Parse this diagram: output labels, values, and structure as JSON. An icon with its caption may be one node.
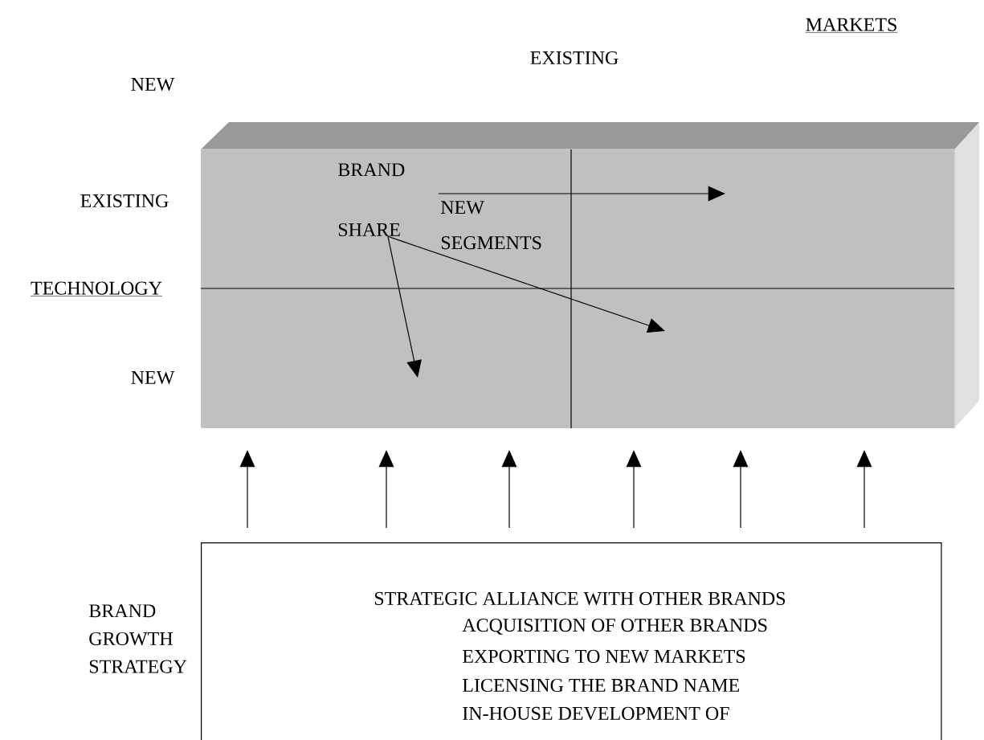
{
  "diagram": {
    "nodes": [
      {
        "text": [],
        "shape": "box"
      },
      {
        "text": [
          "BRAND SHARE"
        ],
        "in": 0
      },
      {
        "text": [
          "STRATEGIC ALLIANCE WITH OTHER BRANDS",
          "ACQUISITION OF OTHER BRANDS",
          "EXPORTING TO NEW MARKETS",
          "LICENSING THE BRAND NAME",
          "IN-HOUSE DEVELOPMENT OF"
        ],
        "beside": [
          "BRAND GROWTH STRATEGY"
        ]
      }
    ],
    "edges": [
      {
        "from": 1,
        "to": null,
        "arrow": "to"
      },
      {
        "from": 1,
        "to": null,
        "arrow": "to"
      },
      {
        "from": 1,
        "to": null,
        "arrow": "to"
      },
      {
        "from": 2,
        "to": 0,
        "arrow": "to"
      },
      {
        "from": 2,
        "to": 0,
        "arrow": "to"
      },
      {
        "from": 2,
        "to": 0,
        "arrow": "to"
      },
      {
        "from": 2,
        "to": 0,
        "arrow": "to"
      },
      {
        "from": 2,
        "to": 0,
        "arrow": "to"
      },
      {
        "from": 2,
        "to": 0,
        "arrow": "to"
      }
    ],
    "labels": [
      "MARKETS",
      "EXISTING",
      "NEW",
      "EXISTING",
      "TECHNOLOGY",
      "NEW",
      "NEW SEGMENTS"
    ]
  }
}
